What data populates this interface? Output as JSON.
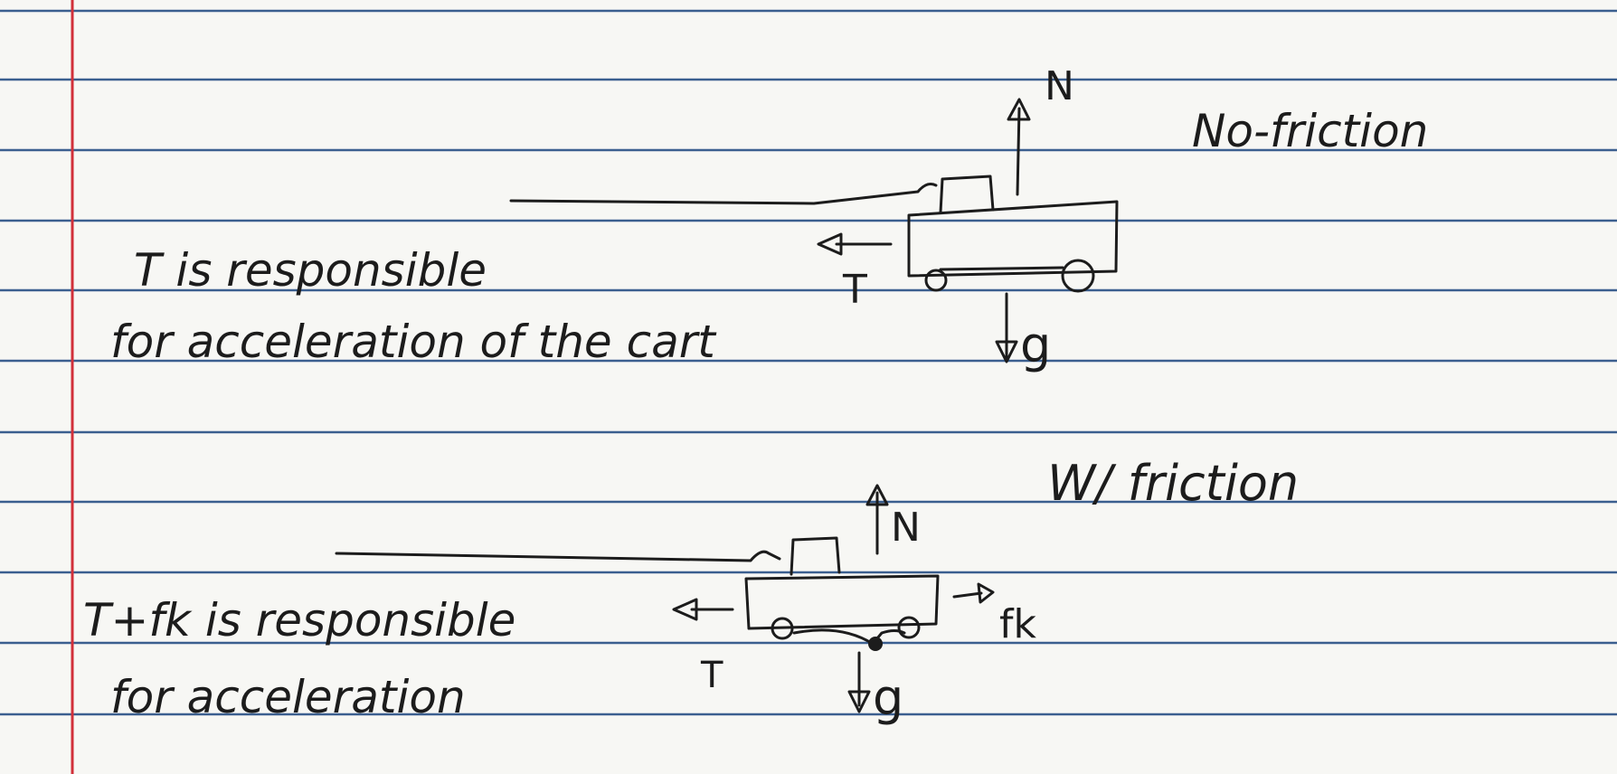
{
  "colors": {
    "paper": "#f7f7f4",
    "rule_line": "#3b5f8f",
    "margin_line": "#d2303a",
    "ink": "#1c1c1c"
  },
  "diagram_top": {
    "heading": "No-friction",
    "caption_line1": "T is responsible",
    "caption_line2": "for acceleration of the cart",
    "force_up": "N",
    "force_left": "T",
    "force_down": "g"
  },
  "diagram_bottom": {
    "heading": "W/ friction",
    "caption_line1": "T+fk is responsible",
    "caption_line2": "for acceleration",
    "force_up": "N",
    "force_left": "T",
    "force_down": "g",
    "force_right": "fk"
  }
}
